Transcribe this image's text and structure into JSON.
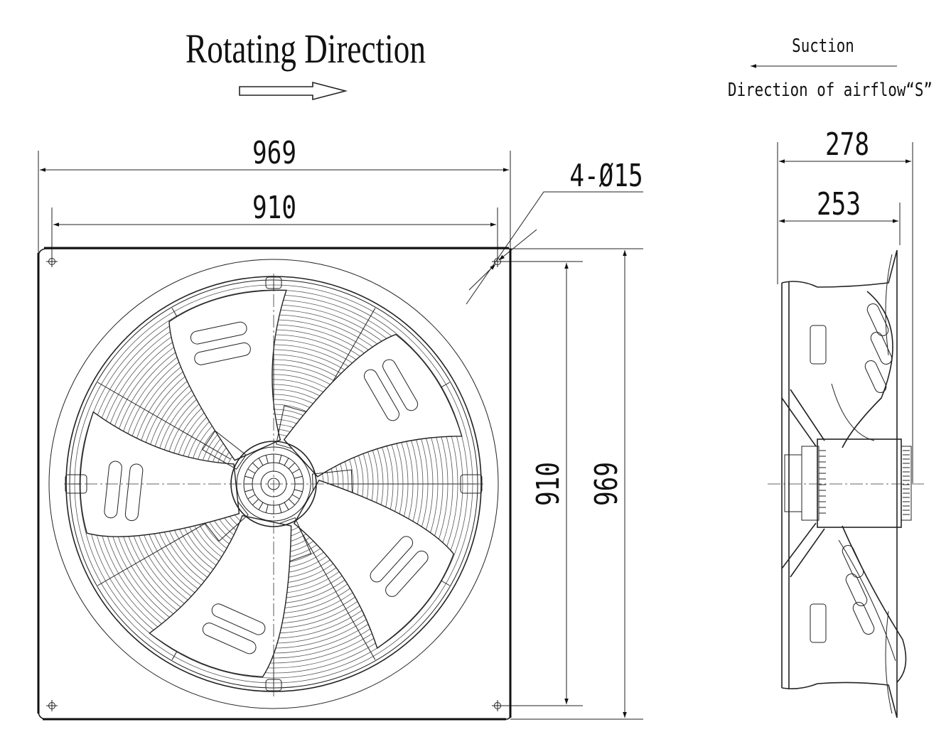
{
  "header": {
    "title": "Rotating Direction",
    "airflow_label_top": "Suction",
    "airflow_label_bottom": "Direction of airflow“S”"
  },
  "front_view": {
    "width_outer": "969",
    "width_hole": "910",
    "height_hole": "910",
    "height_outer": "969",
    "holes": "4-Ø15"
  },
  "side_view": {
    "depth_total": "278",
    "depth_body": "253"
  }
}
